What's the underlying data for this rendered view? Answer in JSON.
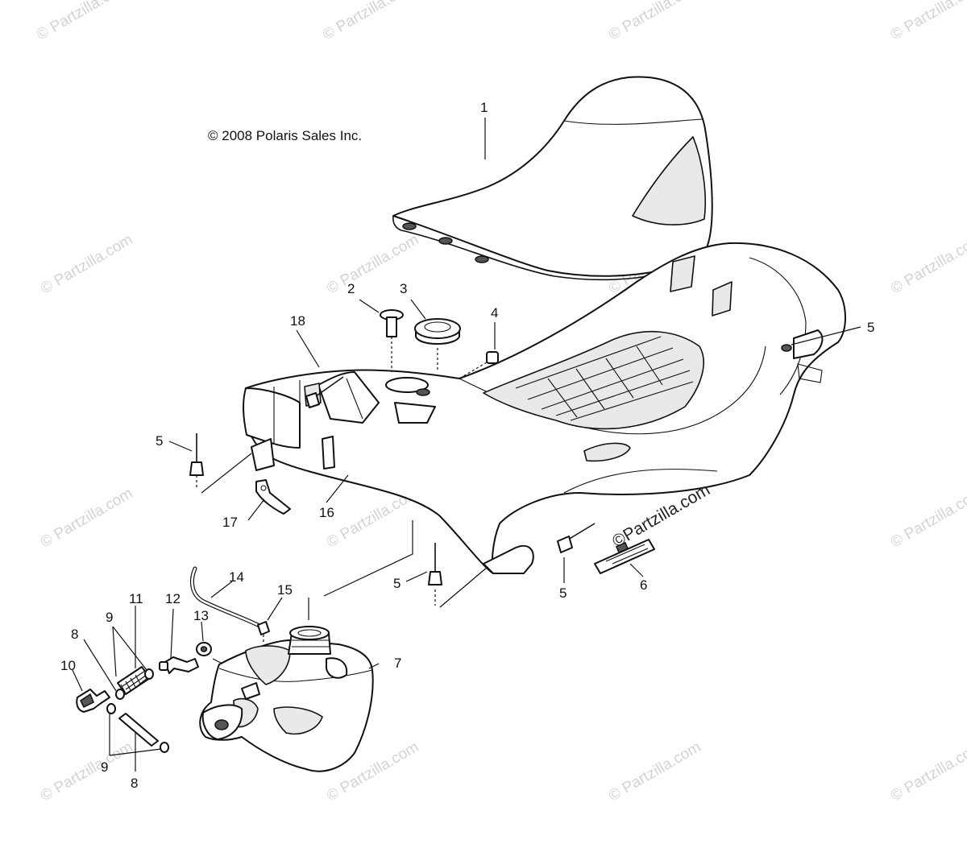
{
  "copyright": "© 2008 Polaris Sales Inc.",
  "watermark": "© Partzilla.com",
  "watermark_large": "©Partzilla.com",
  "callouts": {
    "c1": "1",
    "c2": "2",
    "c3": "3",
    "c4": "4",
    "c5a": "5",
    "c5b": "5",
    "c5c": "5",
    "c5d": "5",
    "c6": "6",
    "c7": "7",
    "c8a": "8",
    "c8b": "8",
    "c9a": "9",
    "c9b": "9",
    "c10": "10",
    "c11": "11",
    "c12": "12",
    "c13": "13",
    "c14": "14",
    "c15": "15",
    "c16": "16",
    "c17": "17",
    "c18": "18"
  }
}
